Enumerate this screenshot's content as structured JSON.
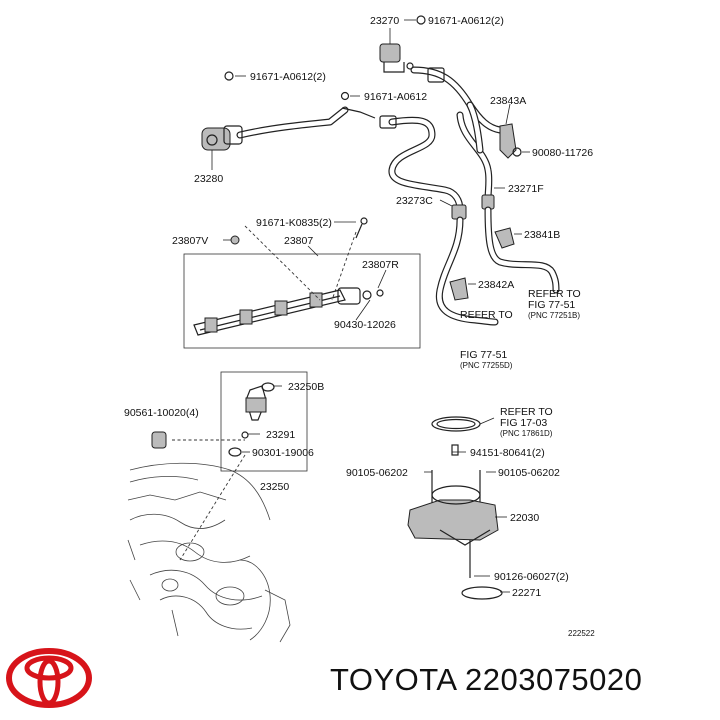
{
  "labels": {
    "l23270": "23270",
    "l91671a0612_2_top": "91671-A0612(2)",
    "l91671a0612_2_left": "91671-A0612(2)",
    "l91671a0612_mid": "91671-A0612",
    "l23843a": "23843A",
    "l90080": "90080-11726",
    "l23280": "23280",
    "l23271f": "23271F",
    "l23273c": "23273C",
    "l91671k0835": "91671-K0835(2)",
    "l23807v": "23807V",
    "l23807": "23807",
    "l23841b": "23841B",
    "l23807r": "23807R",
    "l23842a": "23842A",
    "l90430": "90430-12026",
    "refer1": [
      "REFER TO",
      "FIG 77-51",
      "(PNC 77251B)"
    ],
    "refer2": [
      "REFER TO",
      "FIG 77-51",
      "(PNC 77255D)"
    ],
    "l23250b": "23250B",
    "l90561": "90561-10020(4)",
    "l23291": "23291",
    "l90301": "90301-19006",
    "l23250": "23250",
    "refer3": [
      "REFER TO",
      "FIG 17-03",
      "(PNC 17861D)"
    ],
    "l94151": "94151-80641(2)",
    "l90105_left": "90105-06202",
    "l90105_right": "90105-06202",
    "l22030": "22030",
    "l90126": "90126-06027(2)",
    "l22271": "22271",
    "ref_code": "222522"
  },
  "brand": {
    "text": "TOYOTA 2203075020",
    "logo": "toyota-logo",
    "logo_color": "#d7141a"
  }
}
